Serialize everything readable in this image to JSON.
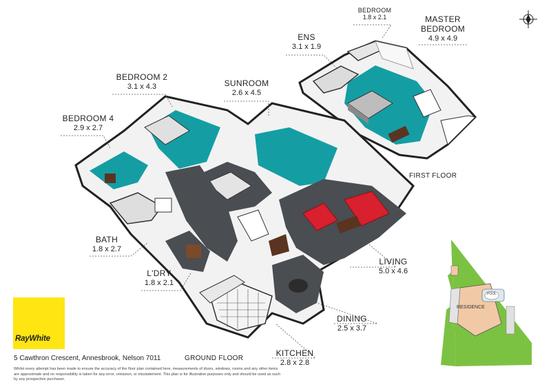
{
  "rooms": {
    "bedroom_small": {
      "name": "BEDROOM",
      "dim": "1.8 x 2.1"
    },
    "master": {
      "name1": "MASTER",
      "name2": "BEDROOM",
      "dim": "4.9 x 4.9"
    },
    "ens": {
      "name": "ENS",
      "dim": "3.1 x 1.9"
    },
    "bedroom2": {
      "name": "BEDROOM 2",
      "dim": "3.1 x 4.3"
    },
    "sunroom": {
      "name": "SUNROOM",
      "dim": "2.6 x 4.5"
    },
    "bedroom4": {
      "name": "BEDROOM 4",
      "dim": "2.9 x 2.7"
    },
    "bath": {
      "name": "BATH",
      "dim": "1.8 x 2.7"
    },
    "laundry": {
      "name": "L'DRY",
      "dim": "1.8 x 2.1"
    },
    "living": {
      "name": "LIVING",
      "dim": "5.0 x 4.6"
    },
    "dining": {
      "name": "DINING",
      "dim": "2.5 x 3.7"
    },
    "kitchen": {
      "name": "KITCHEN",
      "dim": "2.8 x 2.8"
    }
  },
  "floors": {
    "first": "FIRST FLOOR",
    "ground": "GROUND FLOOR"
  },
  "site_plan": {
    "residence": "RESIDENCE",
    "pool": "POOL"
  },
  "brand": {
    "name": "RayWhite",
    "color": "#ffe512"
  },
  "address": "5 Cawthron Crescent, Annesbrook, Nelson 7011",
  "disclaimer": "Whilst every attempt has been made to ensure the accuracy of the floor plan contained here, measurements of doors, windows, rooms and any other items are approximate and no responsibility is taken for any error, omission, or misstatement. This plan is for illustrative purposes only and should be used as such by any prospective purchaser.",
  "colors": {
    "teal": "#149ea3",
    "floor_dark": "#4a4d52",
    "sofa": "#d8202e",
    "site_green": "#7cc242"
  },
  "icons": [
    "compass-icon"
  ]
}
